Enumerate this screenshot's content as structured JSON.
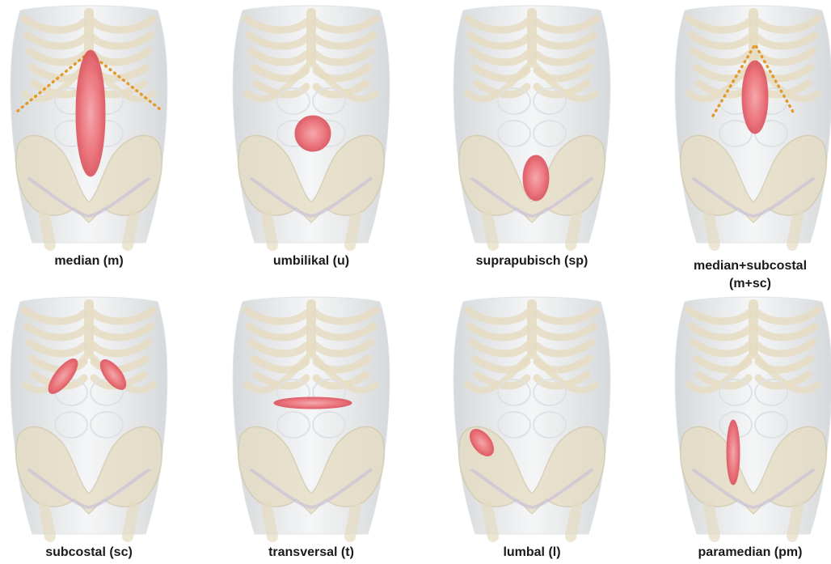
{
  "panels": [
    {
      "id": "median",
      "label": "median (m)",
      "incision": "ellipse",
      "guide": "chevron"
    },
    {
      "id": "umbilical",
      "label": "umbilikal (u)",
      "incision": "circle",
      "guide": ""
    },
    {
      "id": "suprapubic",
      "label": "suprapubisch (sp)",
      "incision": "ellipse",
      "guide": ""
    },
    {
      "id": "median-subcostal",
      "label": "median+subcostal\n(m+sc)",
      "incision": "ellipse",
      "guide": "chevron"
    },
    {
      "id": "subcostal",
      "label": "subcostal (sc)",
      "incision": "pair",
      "guide": ""
    },
    {
      "id": "transversal",
      "label": "transversal (t)",
      "incision": "ellipse",
      "guide": ""
    },
    {
      "id": "lumbal",
      "label": "lumbal (l)",
      "incision": "ellipse",
      "guide": ""
    },
    {
      "id": "paramedian",
      "label": "paramedian (pm)",
      "incision": "ellipse",
      "guide": ""
    }
  ],
  "colors": {
    "skin": "#eceeef",
    "skin_shadow": "#d6d9db",
    "bone": "#e6dcc2",
    "bone_edge": "#d2c6a6",
    "incision": "#ec6a73",
    "incision_core": "#f4a3a8",
    "guide_line": "#e39a2a",
    "label": "#1a1a1a"
  }
}
